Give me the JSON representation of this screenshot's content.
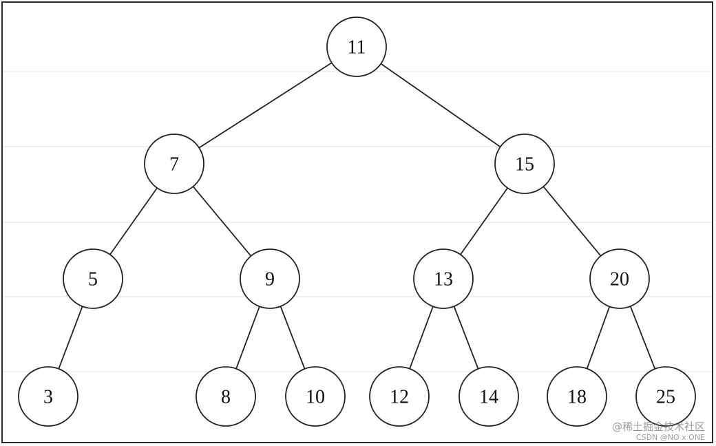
{
  "tree": {
    "nodes": [
      {
        "id": "n11",
        "label": "11"
      },
      {
        "id": "n7",
        "label": "7"
      },
      {
        "id": "n15",
        "label": "15"
      },
      {
        "id": "n5",
        "label": "5"
      },
      {
        "id": "n9",
        "label": "9"
      },
      {
        "id": "n13",
        "label": "13"
      },
      {
        "id": "n20",
        "label": "20"
      },
      {
        "id": "n3",
        "label": "3"
      },
      {
        "id": "n8",
        "label": "8"
      },
      {
        "id": "n10",
        "label": "10"
      },
      {
        "id": "n12",
        "label": "12"
      },
      {
        "id": "n14",
        "label": "14"
      },
      {
        "id": "n18",
        "label": "18"
      },
      {
        "id": "n25",
        "label": "25"
      }
    ],
    "edges": [
      [
        "n11",
        "n7"
      ],
      [
        "n11",
        "n15"
      ],
      [
        "n7",
        "n5"
      ],
      [
        "n7",
        "n9"
      ],
      [
        "n15",
        "n13"
      ],
      [
        "n15",
        "n20"
      ],
      [
        "n5",
        "n3"
      ],
      [
        "n9",
        "n8"
      ],
      [
        "n9",
        "n10"
      ],
      [
        "n13",
        "n12"
      ],
      [
        "n13",
        "n14"
      ],
      [
        "n20",
        "n18"
      ],
      [
        "n20",
        "n25"
      ]
    ]
  },
  "watermark": {
    "line1": "@稀土掘金技术社区",
    "line2": "CSDN @NO x ONE"
  }
}
